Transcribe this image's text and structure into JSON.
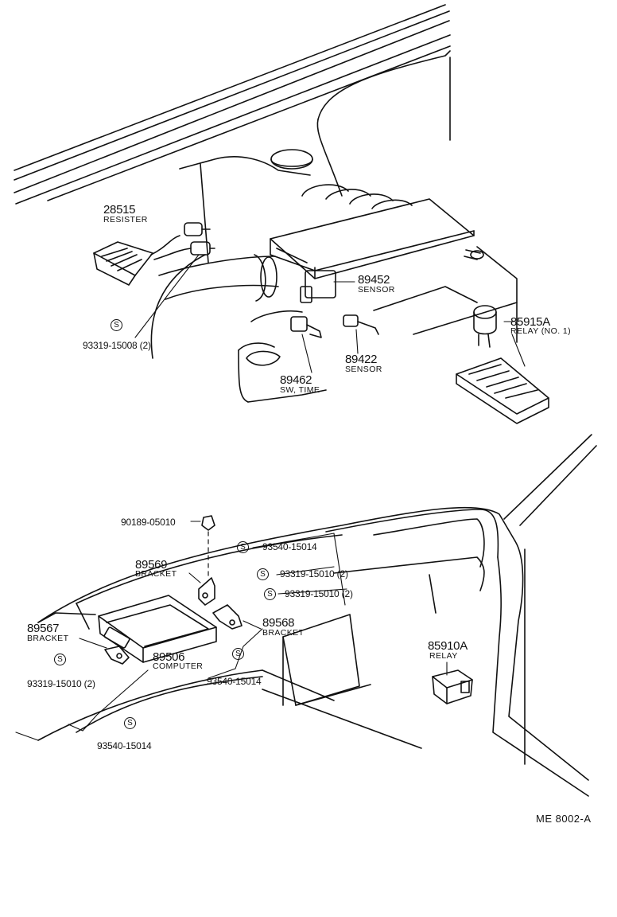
{
  "parts": {
    "p28515": {
      "number": "28515",
      "name": "RESISTER"
    },
    "p89452": {
      "number": "89452",
      "name": "SENSOR"
    },
    "p85915a": {
      "number": "85915A",
      "name": "RELAY (NO. 1)"
    },
    "p89422": {
      "number": "89422",
      "name": "SENSOR"
    },
    "p89462": {
      "number": "89462",
      "name": "SW, TIME"
    },
    "p89569": {
      "number": "89569",
      "name": "BRACKET"
    },
    "p89567": {
      "number": "89567",
      "name": "BRACKET"
    },
    "p89506": {
      "number": "89506",
      "name": "COMPUTER"
    },
    "p89568": {
      "number": "89568",
      "name": "BRACKET"
    },
    "p85910a": {
      "number": "85910A",
      "name": "RELAY"
    }
  },
  "fasteners": {
    "f1": "93319-15008 (2)",
    "f2": "90189-05010",
    "f3": "93540-15014",
    "f4": "93319-15010 (2)",
    "f5": "93319-15010 (2)",
    "f6": "93319-15010 (2)",
    "f7": "93540-15014",
    "f8": "93540-15014"
  },
  "symbol": "S",
  "footer": "ME  8002-A"
}
